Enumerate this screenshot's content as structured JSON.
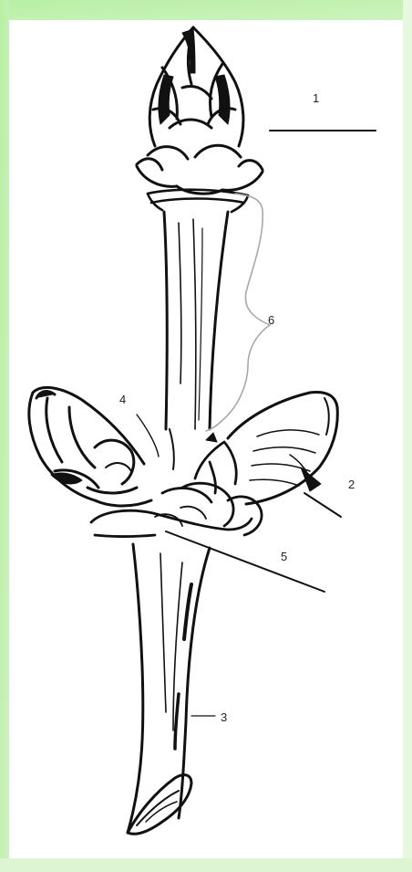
{
  "colors": {
    "background": "#ffffff",
    "frame_tint": "#b8efa4",
    "ink": "#111111",
    "label_ink": "#222222",
    "pencil": "#a8a8a8"
  },
  "labels": {
    "l1": "1",
    "l2": "2",
    "l3": "3",
    "l4": "4",
    "l5": "5",
    "l6": "6"
  }
}
